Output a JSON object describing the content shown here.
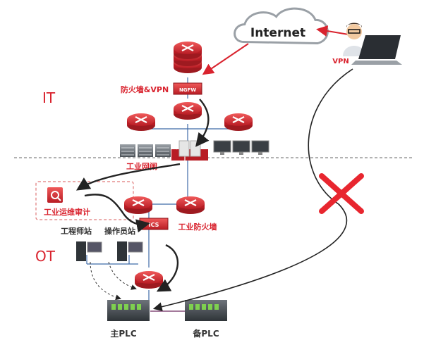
{
  "colors": {
    "accent": "#d9232e",
    "line": "#3f6aa8",
    "dark_arrow": "#222222",
    "audit_border": "#e07a7a"
  },
  "cloud": {
    "label": "Internet"
  },
  "zones": {
    "it": "IT",
    "ot": "OT"
  },
  "labels": {
    "firewall_vpn": "防火墙&VPN",
    "ngfw_badge": "NGFW",
    "industrial_gateway": "工业网闸",
    "ops_audit": "工业运维审计",
    "industrial_firewall": "工业防火墙",
    "ics_badge": "ICS",
    "engineer_station": "工程师站",
    "operator_station": "操作员站",
    "main_plc": "主PLC",
    "backup_plc": "备PLC",
    "vpn": "VPN"
  },
  "icons": [
    "cloud-icon",
    "router-icon",
    "firewall-icon",
    "server-icon",
    "monitor-icon",
    "workstation-icon",
    "plc-icon",
    "user-icon",
    "laptop-icon",
    "blocked-x-icon"
  ]
}
